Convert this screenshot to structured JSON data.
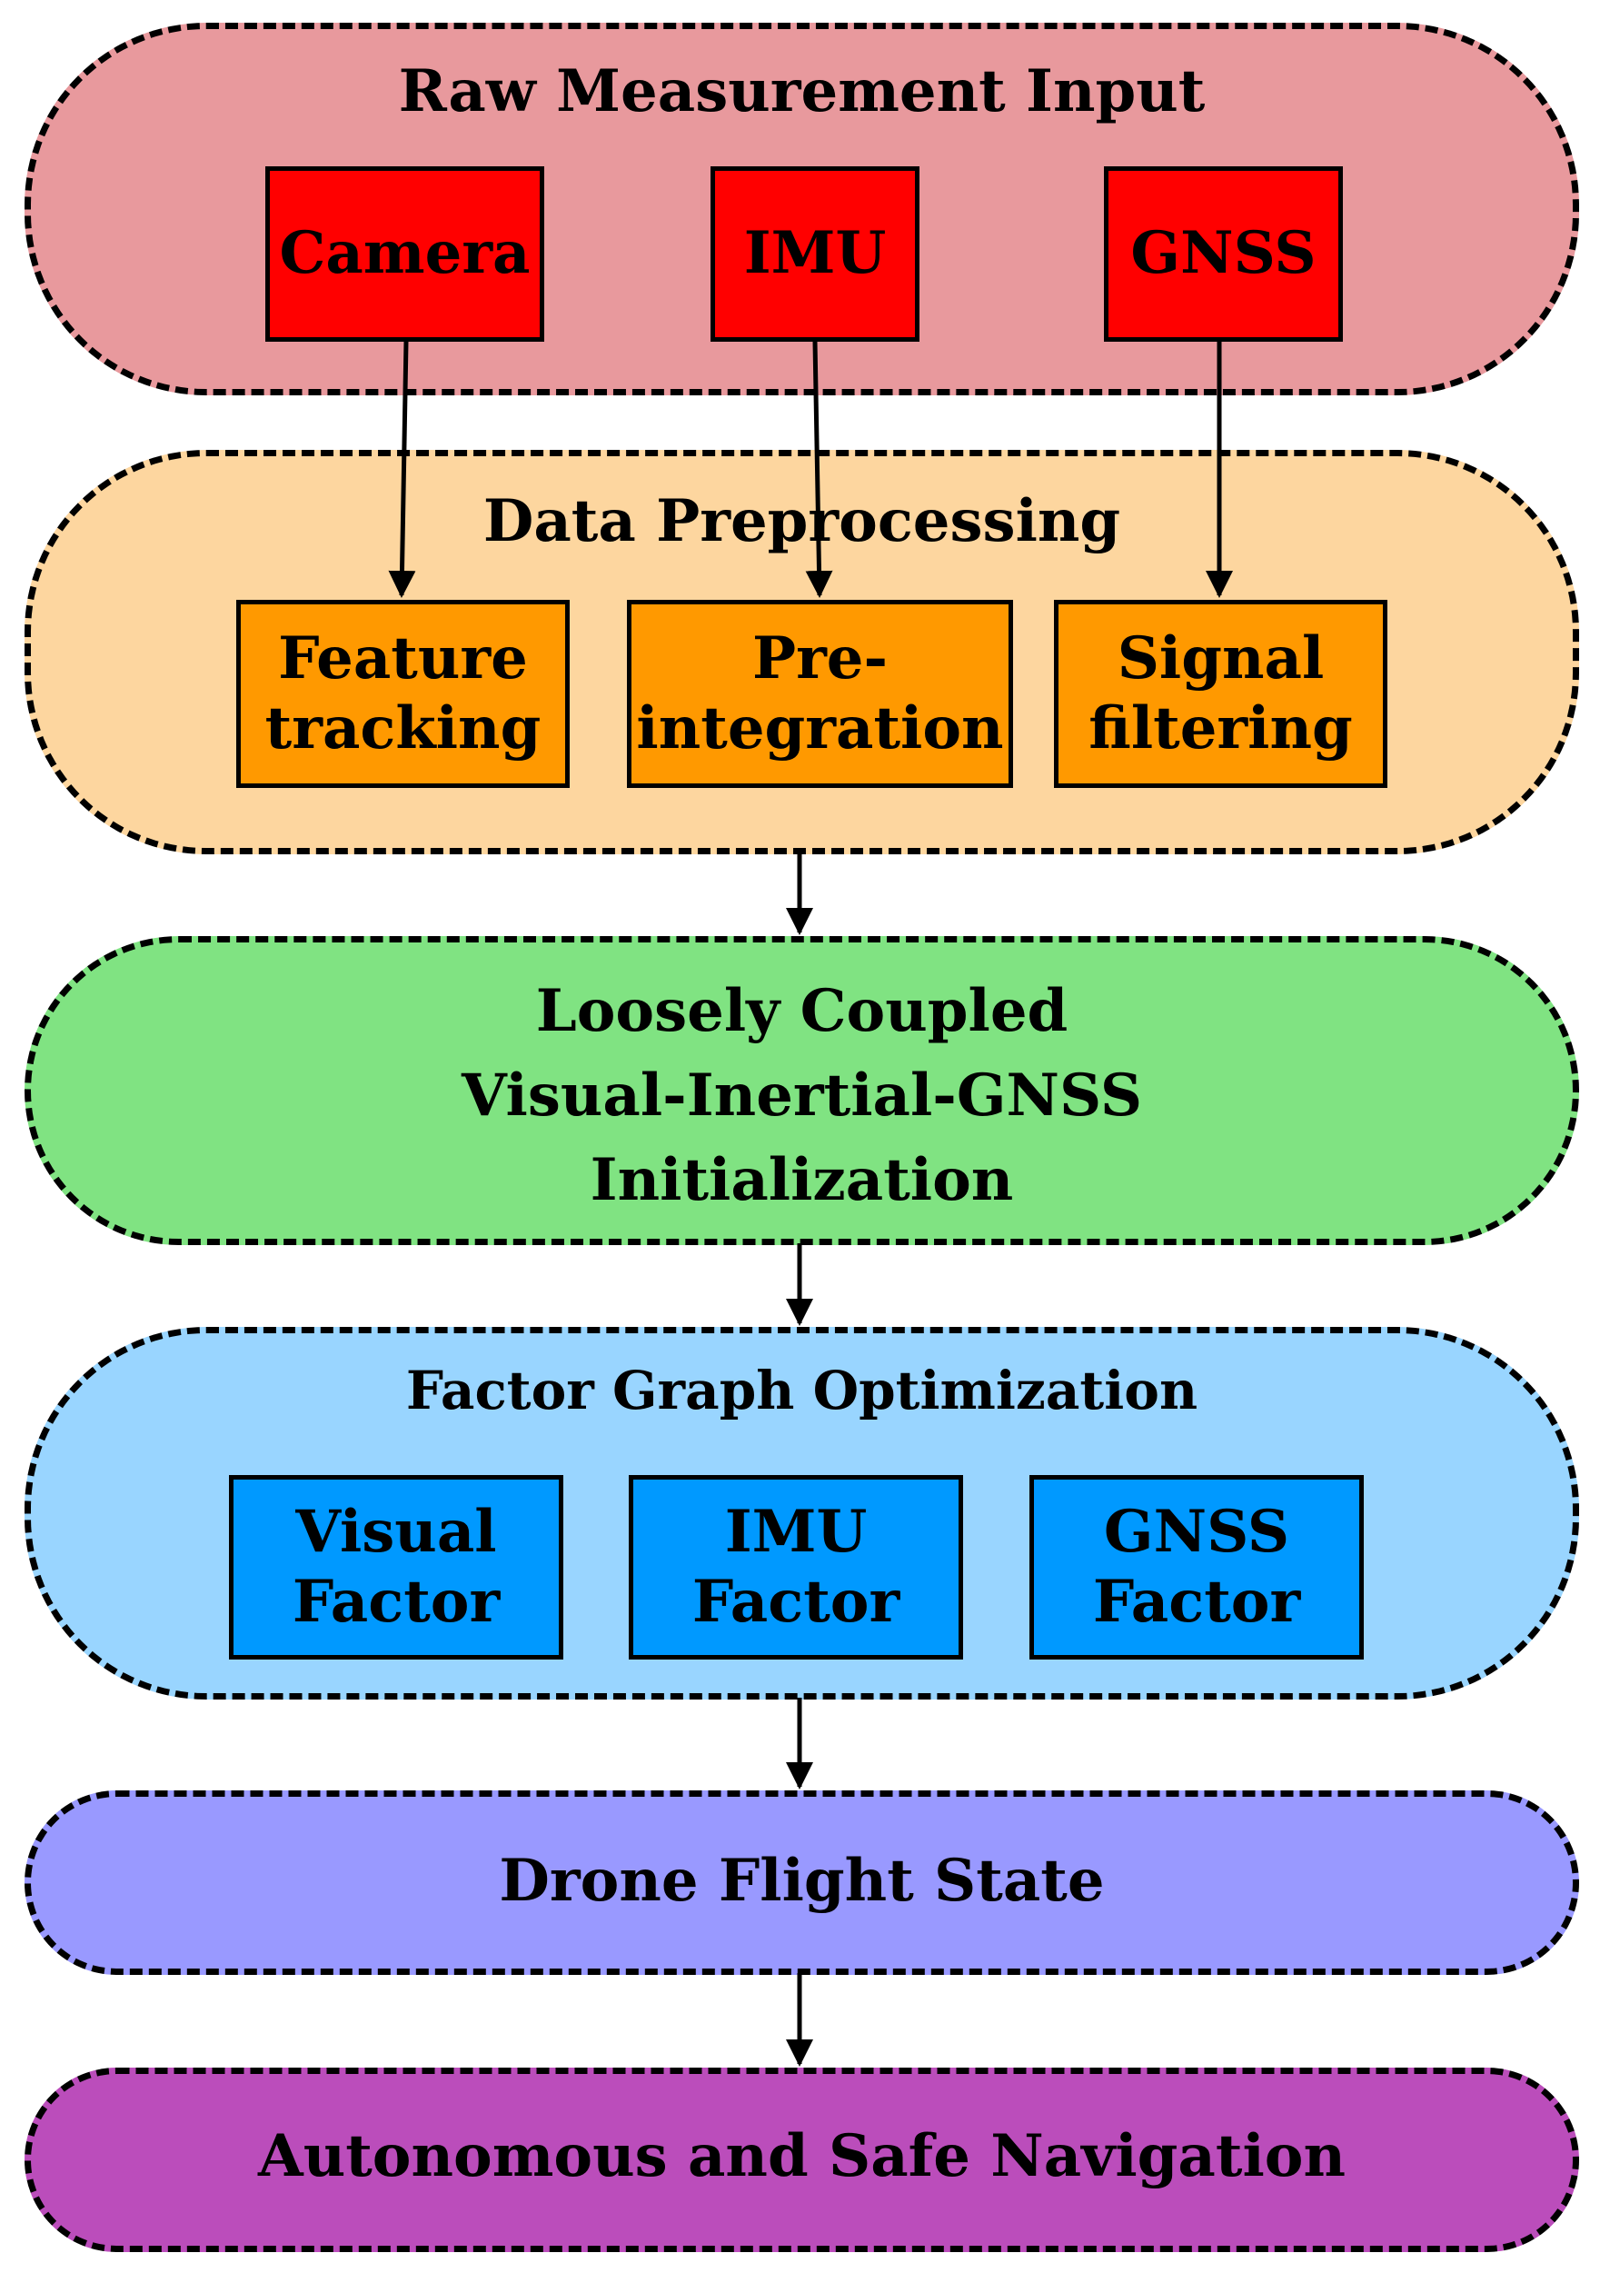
{
  "colors": {
    "raw": "#e8999d",
    "raw_box": "#ff0000",
    "pre": "#fdd69f",
    "pre_box": "#ff9900",
    "init": "#80e382",
    "fgo": "#99d5ff",
    "fgo_box": "#0099ff",
    "state": "#9999ff",
    "nav": "#bb4dbb",
    "stroke": "#000000"
  },
  "raw_measurement": {
    "title": "Raw Measurement Input",
    "nodes": [
      {
        "label": "Camera",
        "icon": "camera"
      },
      {
        "label": "IMU",
        "icon": "imu"
      },
      {
        "label": "GNSS",
        "icon": "gnss"
      }
    ]
  },
  "preprocessing": {
    "title": "Data Preprocessing",
    "nodes": [
      {
        "label": "Feature\ntracking"
      },
      {
        "label": "Pre-\nintegration"
      },
      {
        "label": "Signal\nfiltering"
      }
    ]
  },
  "initialization": {
    "title": "Loosely Coupled\nVisual-Inertial-GNSS\nInitialization"
  },
  "optimization": {
    "title": "Factor Graph Optimization",
    "nodes": [
      {
        "label": "Visual\nFactor"
      },
      {
        "label": "IMU\nFactor"
      },
      {
        "label": "GNSS\nFactor"
      }
    ]
  },
  "flight_state": {
    "title": "Drone Flight State"
  },
  "navigation": {
    "title": "Autonomous and Safe Navigation"
  }
}
